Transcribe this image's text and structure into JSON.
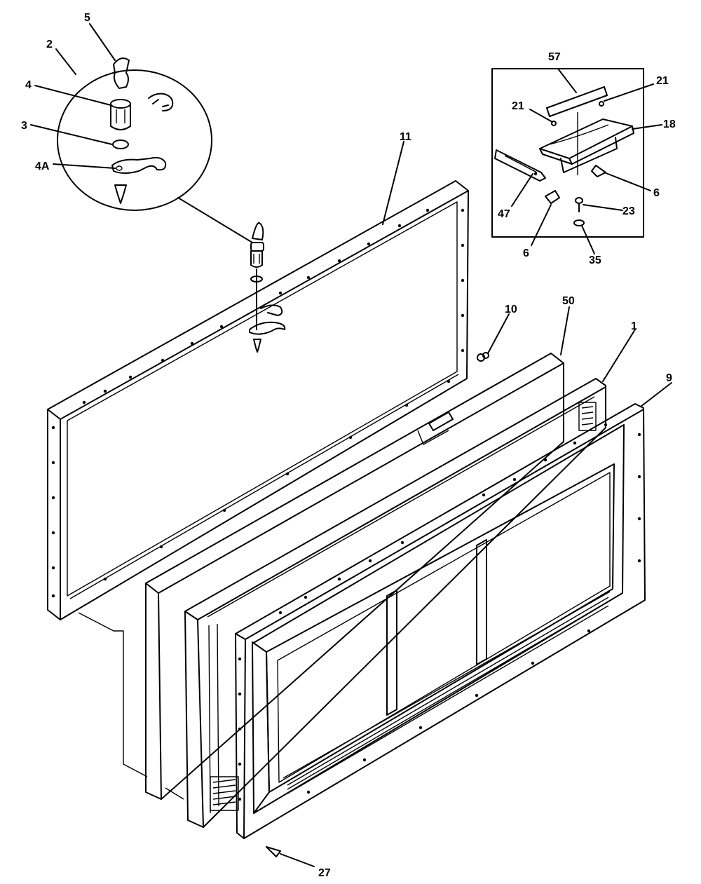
{
  "callouts": {
    "c5": "5",
    "c2": "2",
    "c4": "4",
    "c3": "3",
    "c4A": "4A",
    "c11": "11",
    "c57": "57",
    "c21a": "21",
    "c21b": "21",
    "c18": "18",
    "c6a": "6",
    "c47": "47",
    "c23": "23",
    "c6b": "6",
    "c35": "35",
    "c10": "10",
    "c50": "50",
    "c1": "1",
    "c9": "9",
    "c27": "27"
  }
}
